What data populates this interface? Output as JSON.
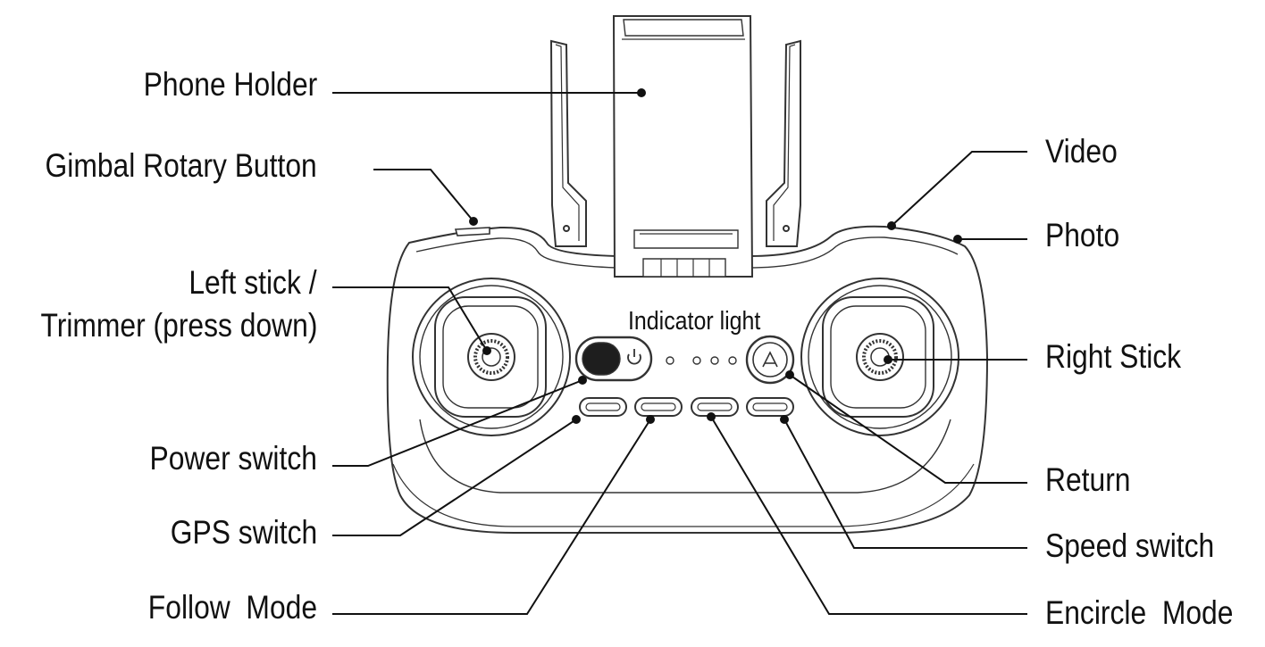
{
  "labels": {
    "phone_holder": "Phone Holder",
    "gimbal_rotary_button": "Gimbal Rotary Button",
    "left_stick_line1": "Left stick /",
    "left_stick_line2": "Trimmer (press down)",
    "power_switch": "Power switch",
    "gps_switch": "GPS switch",
    "follow_mode": "Follow  Mode",
    "video": "Video",
    "photo": "Photo",
    "right_stick": "Right Stick",
    "return": "Return",
    "speed_switch": "Speed switch",
    "encircle_mode": "Encircle  Mode",
    "indicator_light": "Indicator light"
  },
  "colors": {
    "ink": "#111111",
    "outline": "#333333",
    "background": "#ffffff"
  },
  "icons": {
    "power": "power-icon",
    "return_home": "return-home-icon"
  }
}
